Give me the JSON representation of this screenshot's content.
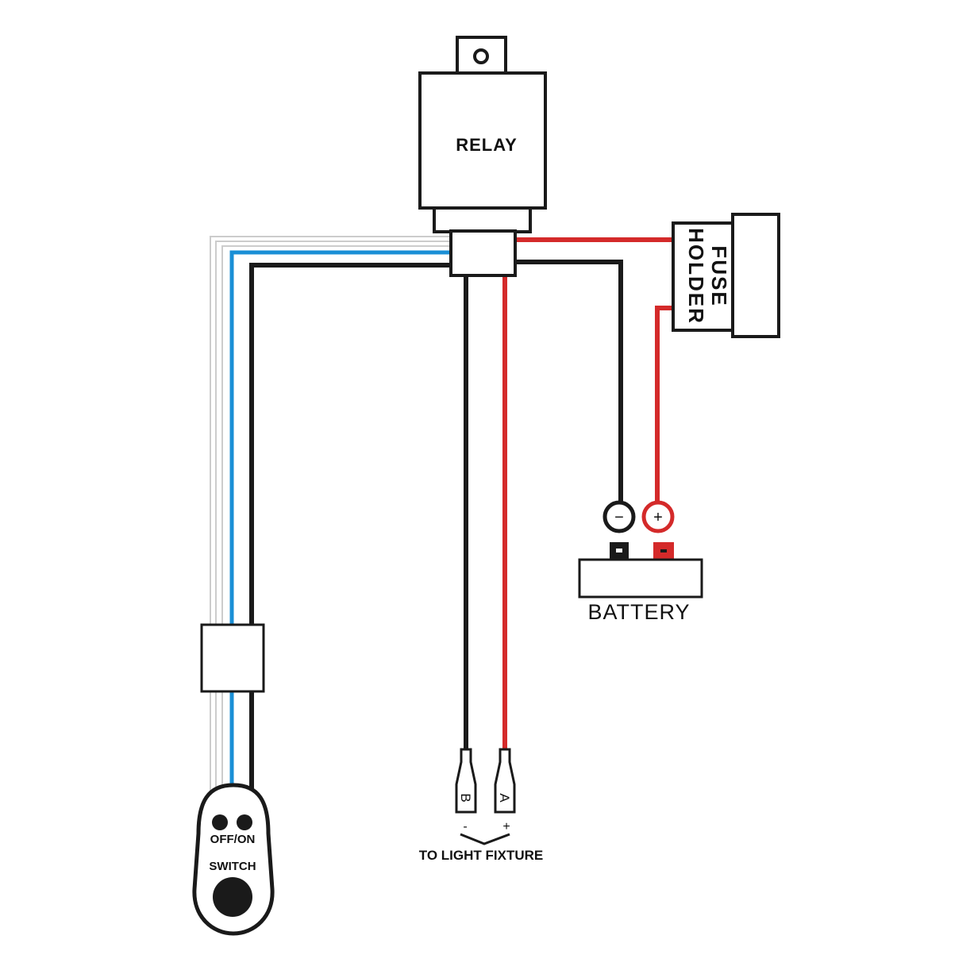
{
  "labels": {
    "relay": "RELAY",
    "fuse_holder_line1": "FUSE",
    "fuse_holder_line2": "HOLDER",
    "battery": "BATTERY",
    "battery_negative": "−",
    "battery_positive": "+",
    "plug_b": "B",
    "plug_a": "A",
    "fixture_negative": "-",
    "fixture_positive": "+",
    "to_light_fixture": "TO LIGHT FIXTURE",
    "switch_line1": "OFF/ON",
    "switch_line2": "SWITCH"
  },
  "colors": {
    "black_wire": "#1a1a1a",
    "red_wire": "#d42a2a",
    "blue_wire": "#1a8fd6",
    "white_wire": "#c8c8c8",
    "battery_positive_terminal": "#d42a2a",
    "battery_negative_terminal": "#1a1a1a"
  }
}
